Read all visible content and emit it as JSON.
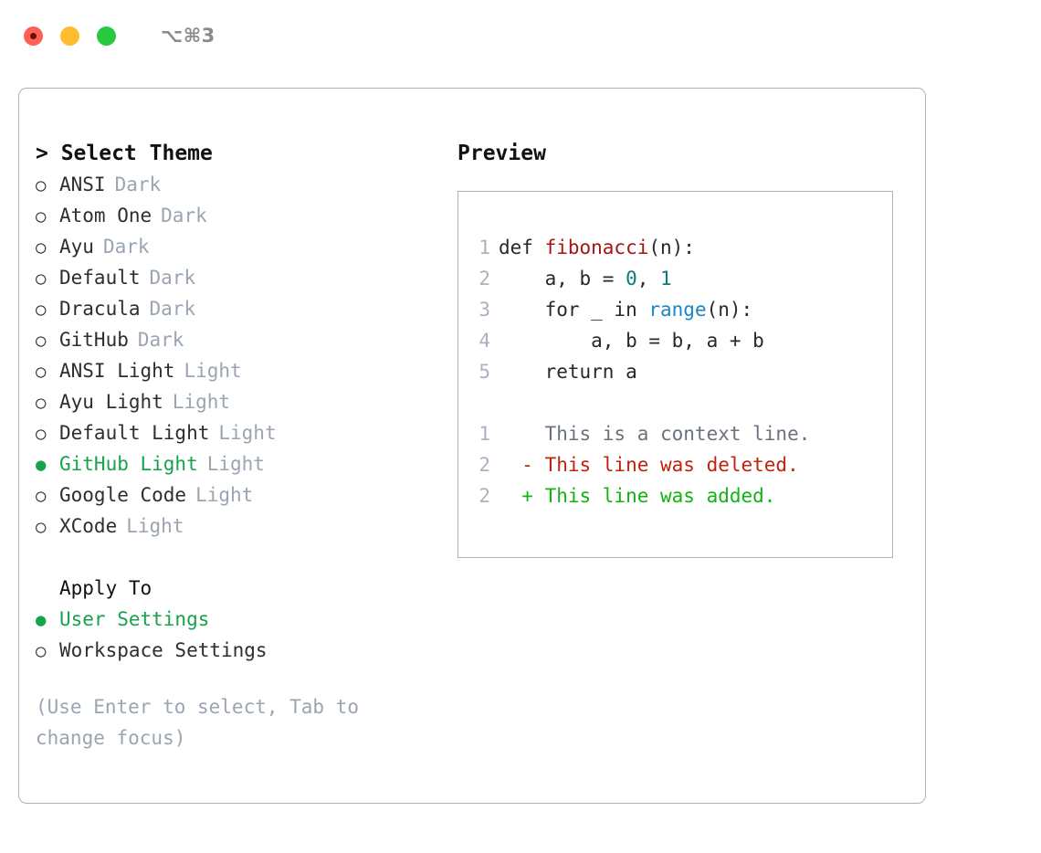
{
  "window": {
    "shortcut": "⌥⌘3",
    "traffic_lights": [
      {
        "name": "close-button",
        "color": "#ff5f56"
      },
      {
        "name": "minimize-button",
        "color": "#ffbd2e"
      },
      {
        "name": "maximize-button",
        "color": "#28c840"
      }
    ]
  },
  "theme_panel": {
    "header": "> Select Theme",
    "marker_selected": "●",
    "marker_unselected": "○",
    "selected_color": "#16a34a",
    "items": [
      {
        "label": "ANSI",
        "variant": "Dark",
        "selected": false
      },
      {
        "label": "Atom One",
        "variant": "Dark",
        "selected": false
      },
      {
        "label": "Ayu",
        "variant": "Dark",
        "selected": false
      },
      {
        "label": "Default",
        "variant": "Dark",
        "selected": false
      },
      {
        "label": "Dracula",
        "variant": "Dark",
        "selected": false
      },
      {
        "label": "GitHub",
        "variant": "Dark",
        "selected": false
      },
      {
        "label": "ANSI Light",
        "variant": "Light",
        "selected": false
      },
      {
        "label": "Ayu Light",
        "variant": "Light",
        "selected": false
      },
      {
        "label": "Default Light",
        "variant": "Light",
        "selected": false
      },
      {
        "label": "GitHub Light",
        "variant": "Light",
        "selected": true
      },
      {
        "label": "Google Code",
        "variant": "Light",
        "selected": false
      },
      {
        "label": "XCode",
        "variant": "Light",
        "selected": false
      }
    ]
  },
  "apply_to": {
    "header": "Apply To",
    "items": [
      {
        "label": "User Settings",
        "selected": true
      },
      {
        "label": "Workspace Settings",
        "selected": false
      }
    ]
  },
  "hint": "(Use Enter to select, Tab to change focus)",
  "preview": {
    "header": "Preview",
    "code_lines": [
      {
        "lineno": "1",
        "segments": [
          {
            "text": "def ",
            "token": "plain"
          },
          {
            "text": "fibonacci",
            "token": "func"
          },
          {
            "text": "(n):",
            "token": "plain"
          }
        ]
      },
      {
        "lineno": "2",
        "segments": [
          {
            "text": "    a, b = ",
            "token": "plain"
          },
          {
            "text": "0",
            "token": "num"
          },
          {
            "text": ", ",
            "token": "plain"
          },
          {
            "text": "1",
            "token": "num"
          }
        ]
      },
      {
        "lineno": "3",
        "segments": [
          {
            "text": "    for _ in ",
            "token": "plain"
          },
          {
            "text": "range",
            "token": "call"
          },
          {
            "text": "(n):",
            "token": "plain"
          }
        ]
      },
      {
        "lineno": "4",
        "segments": [
          {
            "text": "        a, b = b, a + b",
            "token": "plain"
          }
        ]
      },
      {
        "lineno": "5",
        "segments": [
          {
            "text": "    return a",
            "token": "plain"
          }
        ]
      }
    ],
    "diff_lines": [
      {
        "lineno": "1",
        "marker": " ",
        "text": "This is a context line.",
        "kind": "ctx"
      },
      {
        "lineno": "2",
        "marker": "-",
        "text": "This line was deleted.",
        "kind": "del"
      },
      {
        "lineno": "2",
        "marker": "+",
        "text": "This line was added.",
        "kind": "add"
      }
    ],
    "colors": {
      "function": "#a3160f",
      "number": "#0c7a78",
      "call": "#1a86c4",
      "context": "#6a737d",
      "deleted": "#c0220f",
      "added": "#12b312",
      "lineno": "#a9b2c0"
    }
  }
}
